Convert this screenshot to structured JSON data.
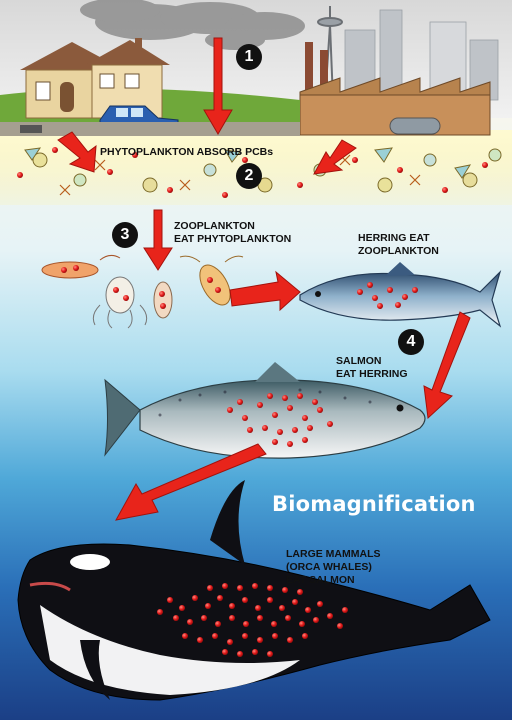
{
  "title": "Biomagnification",
  "steps": {
    "s1": {
      "number": "1"
    },
    "s2": {
      "number": "2",
      "text": "PHYTOPLANKTON ABSORB PCBs"
    },
    "s3": {
      "number": "3",
      "line1": "ZOOPLANKTON",
      "line2": "EAT PHYTOPLANKTON"
    },
    "s4": {
      "number": "4"
    }
  },
  "labels": {
    "herring": {
      "line1": "HERRING EAT",
      "line2": "ZOOPLANKTON"
    },
    "salmon": {
      "line1": "SALMON",
      "line2": "EAT HERRING"
    },
    "mammals": {
      "line1": "LARGE MAMMALS",
      "line2": "(ORCA WHALES)",
      "line3": "EAT SALMON"
    }
  },
  "colors": {
    "arrow": "#e8241b",
    "pcb_dot": "#e31b1b",
    "deep_water": "#1d4f9a",
    "surface_water": "#7fc8e8",
    "pollution_smoke": "#8a8a8a",
    "title_text": "#ffffff"
  },
  "icons": [
    "house-icon",
    "car-icon",
    "factory-icon",
    "space-needle-icon",
    "city-skyline-icon",
    "smoke-cloud-icon",
    "phytoplankton-icon",
    "zooplankton-icon",
    "herring-icon",
    "salmon-icon",
    "orca-icon"
  ]
}
